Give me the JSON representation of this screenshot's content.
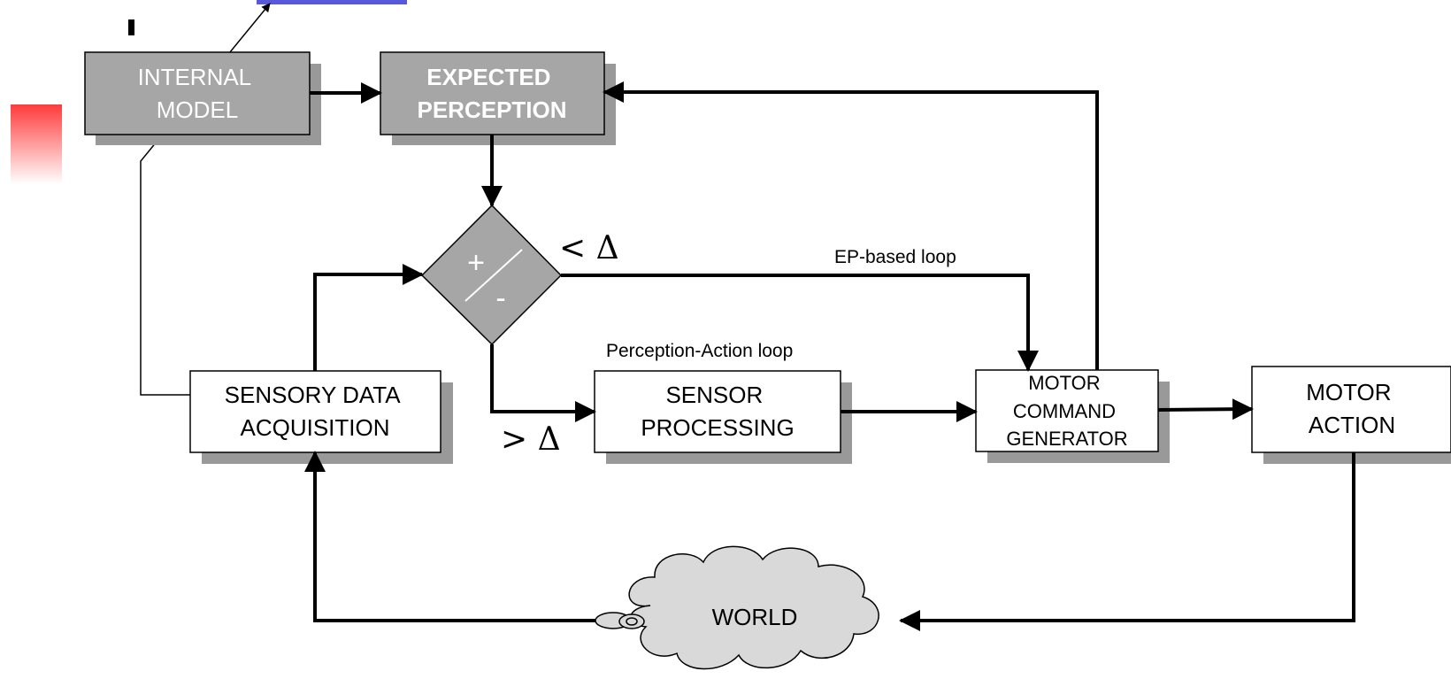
{
  "boxes": {
    "internal_model": [
      "INTERNAL",
      "MODEL"
    ],
    "expected_perception": [
      "EXPECTED",
      "PERCEPTION"
    ],
    "sensory_data_acquisition": [
      "SENSORY DATA",
      "ACQUISITION"
    ],
    "sensor_processing": [
      "SENSOR",
      "PROCESSING"
    ],
    "motor_command_generator": [
      "MOTOR",
      "COMMAND",
      "GENERATOR"
    ],
    "motor_action": [
      "MOTOR",
      "ACTION"
    ],
    "world": "WORLD"
  },
  "comparator": {
    "plus": "+",
    "minus": "-"
  },
  "labels": {
    "less_delta": "< Δ",
    "greater_delta": "> Δ",
    "ep_loop": "EP-based loop",
    "pa_loop": "Perception-Action loop"
  },
  "colors": {
    "gray_box": "#a6a6a6",
    "shadow": "#999999",
    "cloud": "#d9d9d9",
    "red_accent": "#ff3b3b"
  }
}
